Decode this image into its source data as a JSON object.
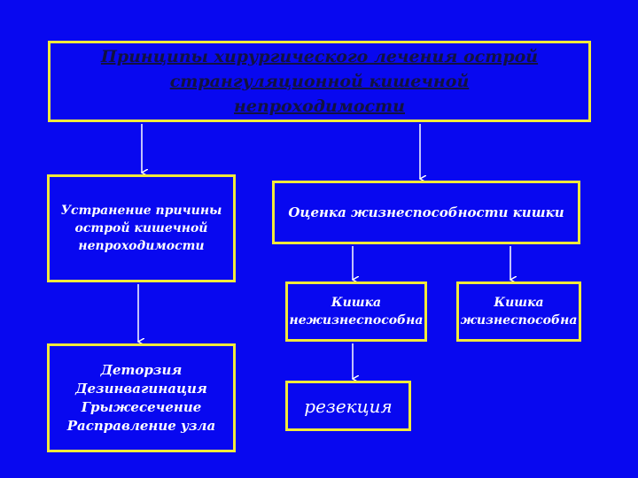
{
  "colors": {
    "background": "#0808f0",
    "border": "#f2ea3a",
    "title_text": "#121240",
    "text": "#ffffff"
  },
  "title": "Принципы хирургического лечения острой странгуляционной кишечной непроходимости",
  "cause_box": "Устранение причины острой кишечной непроходимости",
  "evaluation_box": "Оценка жизнеспособности кишки",
  "nonviable_box": "Кишка нежизнеспособна",
  "viable_box": "Кишка жизнеспособна",
  "methods_box": [
    "Деторзия",
    "Дезинвагинация",
    "Грыжесечение",
    "Расправление узла"
  ],
  "resection_box": "резекция"
}
